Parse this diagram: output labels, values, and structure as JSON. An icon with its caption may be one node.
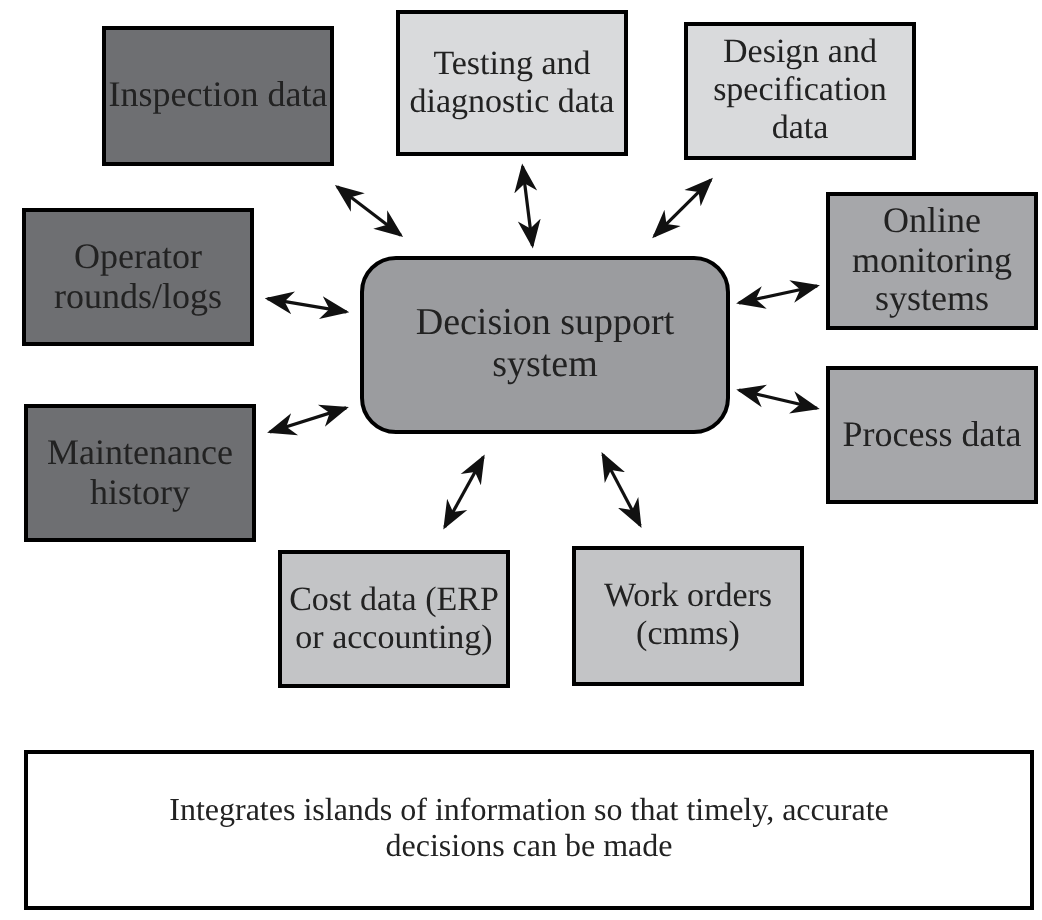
{
  "diagram": {
    "nodes": [
      {
        "text": [
          "Decision support system"
        ]
      },
      {
        "text": [
          "Inspection data"
        ]
      },
      {
        "text": [
          "Testing and diagnostic data"
        ]
      },
      {
        "text": [
          "Design and specification data"
        ]
      },
      {
        "text": [
          "Operator rounds/logs"
        ]
      },
      {
        "text": [
          "Online monitoring systems"
        ]
      },
      {
        "text": [
          "Maintenance history"
        ]
      },
      {
        "text": [
          "Process data"
        ]
      },
      {
        "text": [
          "Cost data (ERP or accounting)"
        ]
      },
      {
        "text": [
          "Work orders (cmms)"
        ]
      },
      {
        "text": [
          "Integrates islands of information so that timely, accurate decisions can be made"
        ]
      }
    ],
    "edges": [
      {
        "from": 1,
        "to": 0,
        "arrow": "both"
      },
      {
        "from": 2,
        "to": 0,
        "arrow": "both"
      },
      {
        "from": 3,
        "to": 0,
        "arrow": "both"
      },
      {
        "from": 4,
        "to": 0,
        "arrow": "both"
      },
      {
        "from": 5,
        "to": 0,
        "arrow": "both"
      },
      {
        "from": 6,
        "to": 0,
        "arrow": "both"
      },
      {
        "from": 7,
        "to": 0,
        "arrow": "both"
      },
      {
        "from": 8,
        "to": 0,
        "arrow": "both"
      },
      {
        "from": 9,
        "to": 0,
        "arrow": "both"
      }
    ]
  }
}
